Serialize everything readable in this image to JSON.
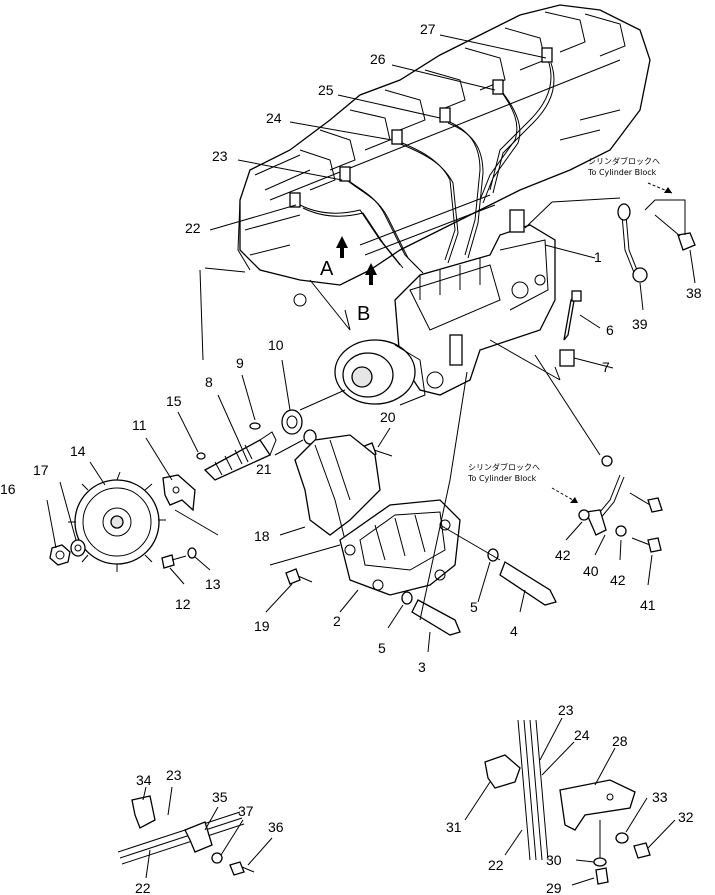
{
  "diagram": {
    "section_labels": {
      "a": "A",
      "b": "B"
    },
    "notes": {
      "top_jp": "シリンダブロックへ",
      "top_en": "To Cylinder Block",
      "mid_jp": "シリンダブロックへ",
      "mid_en": "To Cylinder Block"
    },
    "callouts": {
      "c1": "1",
      "c2": "2",
      "c3": "3",
      "c4": "4",
      "c5a": "5",
      "c5b": "5",
      "c6": "6",
      "c7": "7",
      "c8": "8",
      "c9": "9",
      "c10": "10",
      "c11": "11",
      "c12": "12",
      "c13": "13",
      "c14": "14",
      "c15": "15",
      "c16": "16",
      "c17": "17",
      "c18": "18",
      "c19": "19",
      "c20": "20",
      "c21": "21",
      "c22": "22",
      "c23": "23",
      "c24": "24",
      "c25": "25",
      "c26": "26",
      "c27": "27",
      "c38": "38",
      "c39": "39",
      "c40": "40",
      "c41": "41",
      "c42a": "42",
      "c42b": "42",
      "d34": "34",
      "d23": "23",
      "d35": "35",
      "d37": "37",
      "d36": "36",
      "d22": "22",
      "e23": "23",
      "e24": "24",
      "e28": "28",
      "e33": "33",
      "e32": "32",
      "e31": "31",
      "e22": "22",
      "e30": "30",
      "e29": "29"
    }
  }
}
